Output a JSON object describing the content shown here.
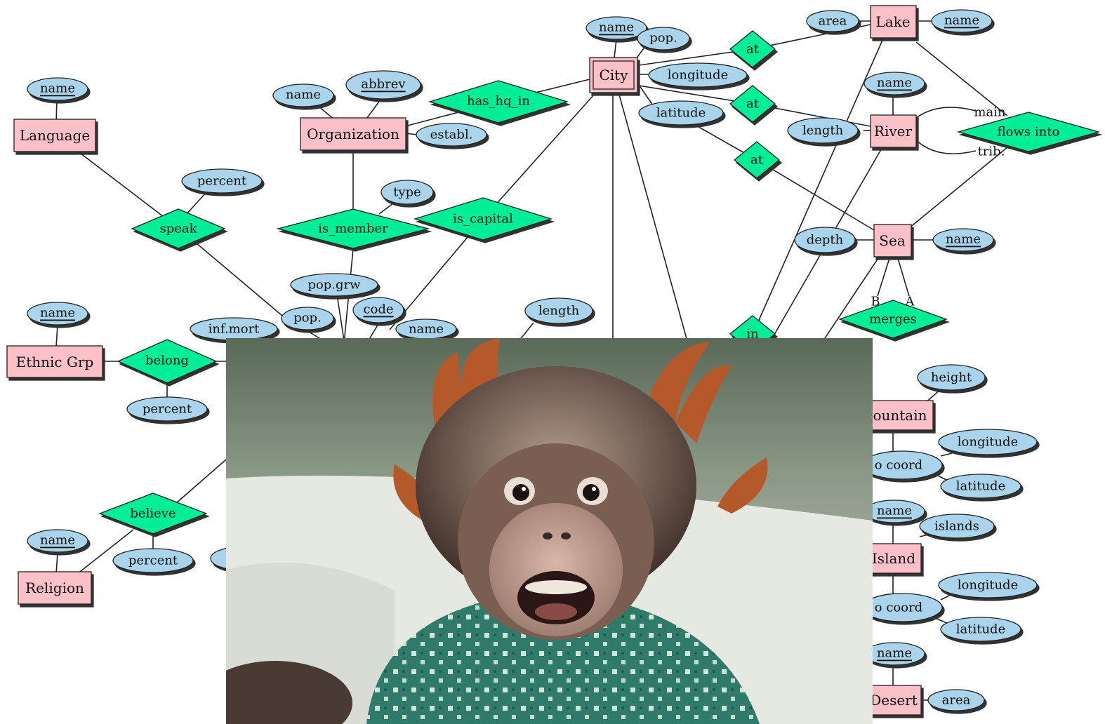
{
  "colors": {
    "entity_fill": "#fcc0c8",
    "attribute_fill": "#a9d4ec",
    "relation_fill": "#00ee96",
    "stroke": "#222222",
    "shadow": "#333333"
  },
  "entities": {
    "language": "Language",
    "organization": "Organization",
    "city": "City",
    "lake": "Lake",
    "river": "River",
    "sea": "Sea",
    "ethnic_grp": "Ethnic Grp",
    "religion": "Religion",
    "mountain": "ountain",
    "island": "Island",
    "desert": "Desert"
  },
  "relations": {
    "has_hq_in": "has_hq_in",
    "speak": "speak",
    "is_member": "is_member",
    "is_capital": "is_capital",
    "at_lake": "at",
    "at_river": "at",
    "at_sea": "at",
    "flows_into": "flows into",
    "merges": "merges",
    "in": "in",
    "belong": "belong",
    "believe": "believe"
  },
  "attributes": {
    "language_name": "name",
    "org_name": "name",
    "org_abbrev": "abbrev",
    "org_establ": "establ.",
    "city_name": "name",
    "city_pop": "pop.",
    "city_longitude": "longitude",
    "city_latitude": "latitude",
    "lake_area": "area",
    "lake_name": "name",
    "river_name": "name",
    "river_length": "length",
    "sea_depth": "depth",
    "sea_name": "name",
    "speak_percent": "percent",
    "member_type": "type",
    "country_popgrw": "pop.grw",
    "country_pop": "pop.",
    "country_code": "code",
    "country_name": "name",
    "country_infmort": "inf.mort",
    "border_length": "length",
    "ethnic_name": "name",
    "belong_percent": "percent",
    "religion_name": "name",
    "believe_percent": "percent",
    "mountain_height": "height",
    "mountain_geo": "o coord",
    "mountain_longitude": "longitude",
    "mountain_latitude": "latitude",
    "island_name": "name",
    "island_islands": "islands",
    "island_geo": "o coord",
    "island_longitude": "longitude",
    "island_latitude": "latitude",
    "desert_name": "name",
    "desert_area": "area"
  },
  "role_labels": {
    "main": "main",
    "trib": "trib.",
    "b": "B",
    "a": "A"
  },
  "photo": {
    "subject": "startled baby orangutan in a green patterned sweater"
  }
}
